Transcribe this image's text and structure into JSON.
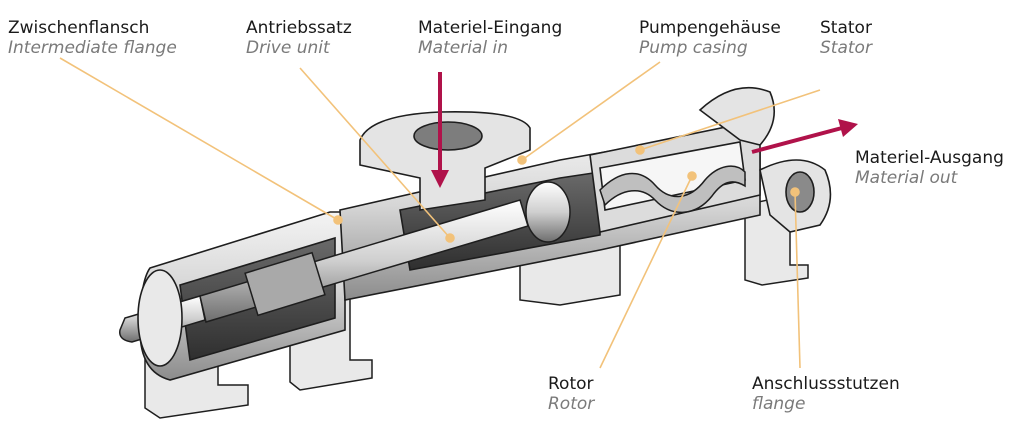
{
  "colors": {
    "leader": "#f2c27a",
    "arrow": "#b0124a",
    "steel_light": "#efefef",
    "steel_mid": "#bdbdbd",
    "steel_dark": "#4a4a4a",
    "outline": "#1e1e1e"
  },
  "labels": {
    "zwischenflansch": {
      "de": "Zwischenflansch",
      "en": "Intermediate flange"
    },
    "antriebssatz": {
      "de": "Antriebssatz",
      "en": "Drive unit"
    },
    "materiel_eingang": {
      "de": "Materiel-Eingang",
      "en": "Material in"
    },
    "pumpengehaeuse": {
      "de": "Pumpengehäuse",
      "en": "Pump casing"
    },
    "stator": {
      "de": "Stator",
      "en": "Stator"
    },
    "materiel_ausgang": {
      "de": "Materiel-Ausgang",
      "en": "Material out"
    },
    "rotor": {
      "de": "Rotor",
      "en": "Rotor"
    },
    "anschlussstutzen": {
      "de": "Anschlussstutzen",
      "en": "flange"
    }
  }
}
